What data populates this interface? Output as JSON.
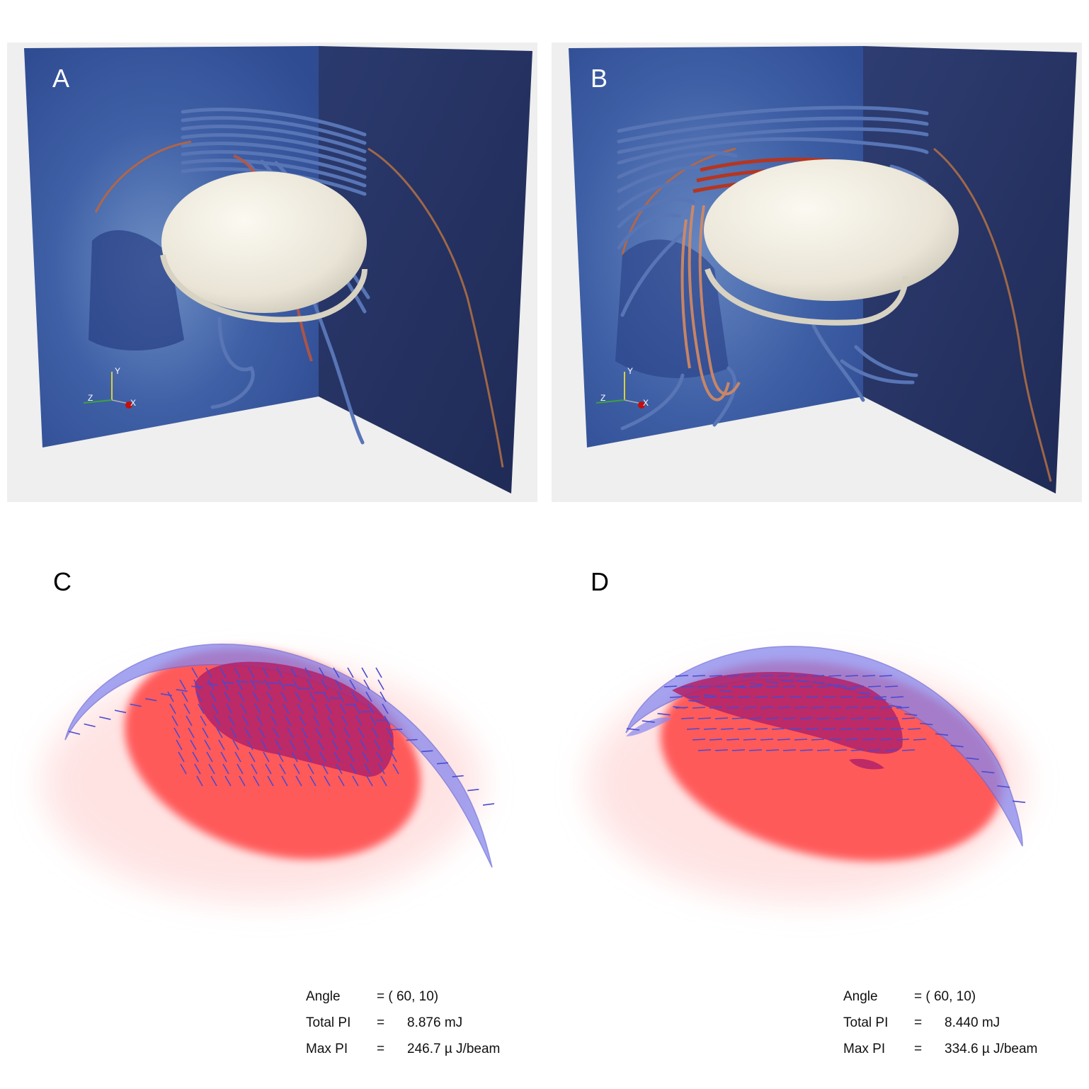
{
  "panels": {
    "A": {
      "label": "A",
      "axes": {
        "y": "Y",
        "z": "Z",
        "x": "X"
      }
    },
    "B": {
      "label": "B",
      "axes": {
        "y": "Y",
        "z": "Z",
        "x": "X"
      }
    },
    "C": {
      "label": "C",
      "info": {
        "angle_label": "Angle",
        "angle_value": "= ( 60, 10)",
        "total_label": "Total PI",
        "total_eq": "=",
        "total_value": "8.876 mJ",
        "max_label": "Max PI",
        "max_eq": "=",
        "max_value": "246.7 µ J/beam"
      }
    },
    "D": {
      "label": "D",
      "info": {
        "angle_label": "Angle",
        "angle_value": "= ( 60, 10)",
        "total_label": "Total PI",
        "total_eq": "=",
        "total_value": "8.440 mJ",
        "max_label": "Max PI",
        "max_eq": "=",
        "max_value": "334.6 µ J/beam"
      }
    }
  },
  "colors": {
    "background_panel": "#efefef",
    "plane_left": "#3a5aa0",
    "plane_right": "#25315f",
    "cloud": "#ece8dc",
    "field_line": "#5273b3",
    "field_line_hot": "#b5361f",
    "intensity": "#ff5a5a",
    "polarization": "#5050d0"
  }
}
